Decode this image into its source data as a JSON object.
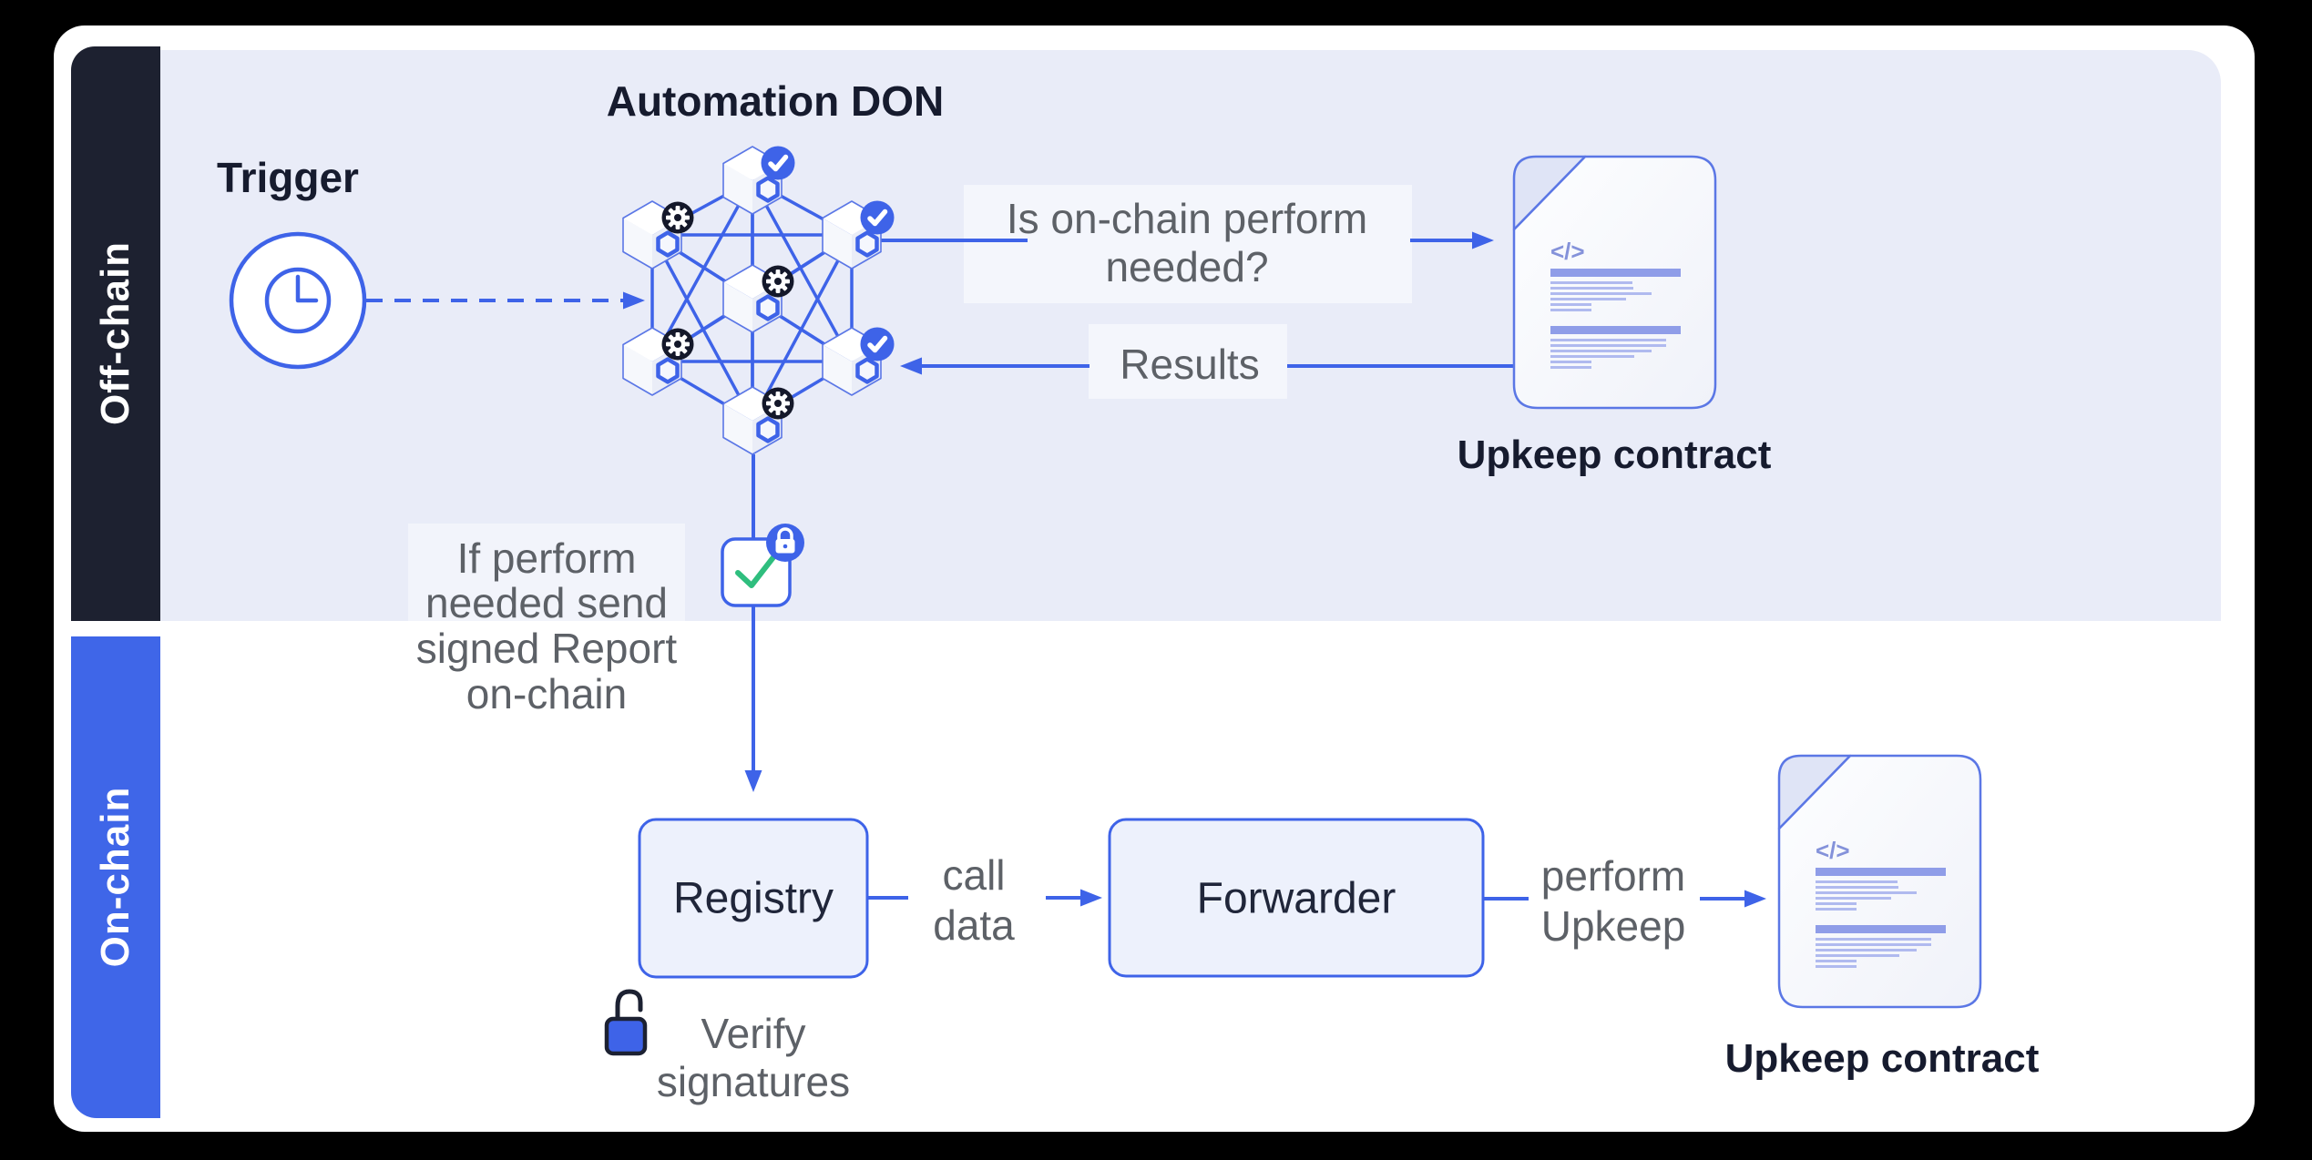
{
  "sidebar": {
    "offchain_label": "Off-chain",
    "onchain_label": "On-chain"
  },
  "offchain_section": {
    "trigger": {
      "label": "Trigger",
      "icon": "clock-icon"
    },
    "automation_don": {
      "title": "Automation DON",
      "node_count": 7,
      "node_badges": [
        "check",
        "gear",
        "check",
        "gear",
        "gear",
        "check",
        "gear"
      ],
      "node_icon": "chainlink-hexagon-icon",
      "topology": "full-mesh"
    },
    "question": {
      "line1": "Is on-chain perform",
      "line2": "needed?"
    },
    "results": {
      "label": "Results"
    },
    "upkeep_contract": {
      "label": "Upkeep contract",
      "icon": "contract-document-icon",
      "code_glyph": "</>"
    },
    "report_note": {
      "lines": [
        "If perform",
        "needed send",
        "signed Report",
        "on-chain"
      ]
    },
    "signed_report": {
      "icon": "signed-report-icon",
      "badge_icon": "lock-icon",
      "mark_icon": "check-icon"
    }
  },
  "onchain_section": {
    "registry": {
      "label": "Registry"
    },
    "forwarder": {
      "label": "Forwarder"
    },
    "call_data": {
      "line1": "call",
      "line2": "data"
    },
    "perform_upkeep": {
      "line1": "perform",
      "line2": "Upkeep"
    },
    "verify_signatures": {
      "line1": "Verify",
      "line2": "signatures",
      "icon": "unlocked-padlock-icon"
    },
    "upkeep_contract": {
      "label": "Upkeep contract",
      "icon": "contract-document-icon",
      "code_glyph": "</>"
    }
  },
  "colors": {
    "page_bg": "#000000",
    "card": "#FFFFFF",
    "accent": "#3E63E8",
    "dark_band": "#1D2130",
    "blue_band": "#3F66E8",
    "lavender": "#E9ECF8",
    "gray_text": "#5D6167",
    "navy_text": "#161B2E",
    "box_label": "#20263A",
    "node_box_fill": "#EDF1FC",
    "green_check": "#2FBE7E",
    "doc_border": "#5B77E5",
    "doc_fold": "#DFE4F6",
    "doc_bar": "#8F9DE8",
    "doc_line": "#B0BAEF",
    "doc_code": "#8492DA",
    "badge_dark": "#14182A"
  }
}
